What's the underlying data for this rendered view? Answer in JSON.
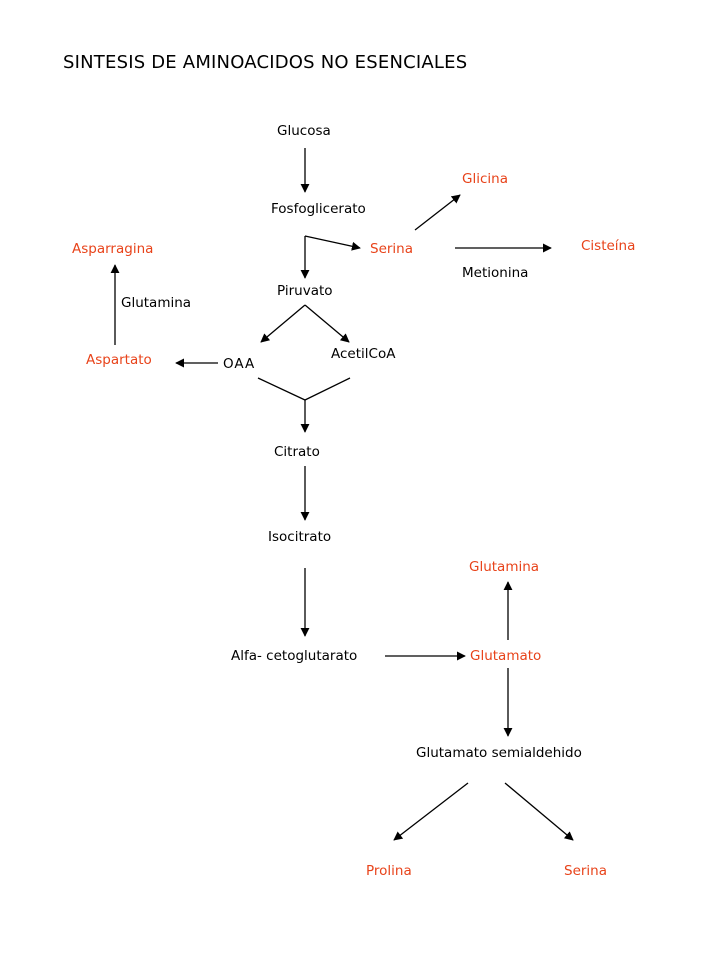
{
  "title": "SINTESIS DE AMINOACIDOS NO ESENCIALES",
  "colors": {
    "text": "#000000",
    "amino_acid": "#e8431a",
    "arrow": "#000000"
  },
  "nodes": {
    "glucosa": "Glucosa",
    "fosfoglicerato": "Fosfoglicerato",
    "glicina": "Glicina",
    "serina": "Serina",
    "cisteina": "Cisteína",
    "metionina": "Metionina",
    "asparragina": "Asparragina",
    "glutamina_cofactor": "Glutamina",
    "piruvato": "Piruvato",
    "aspartato": "Aspartato",
    "oaa": "OAA",
    "acetilcoa": "AcetilCoA",
    "citrato": "Citrato",
    "isocitrato": "Isocitrato",
    "glutamina": "Glutamina",
    "alfa_cetoglutarato": "Alfa- cetoglutarato",
    "glutamato": "Glutamato",
    "glutamato_semialdehido": "Glutamato semialdehido",
    "prolina": "Prolina",
    "serina_final": "Serina"
  }
}
